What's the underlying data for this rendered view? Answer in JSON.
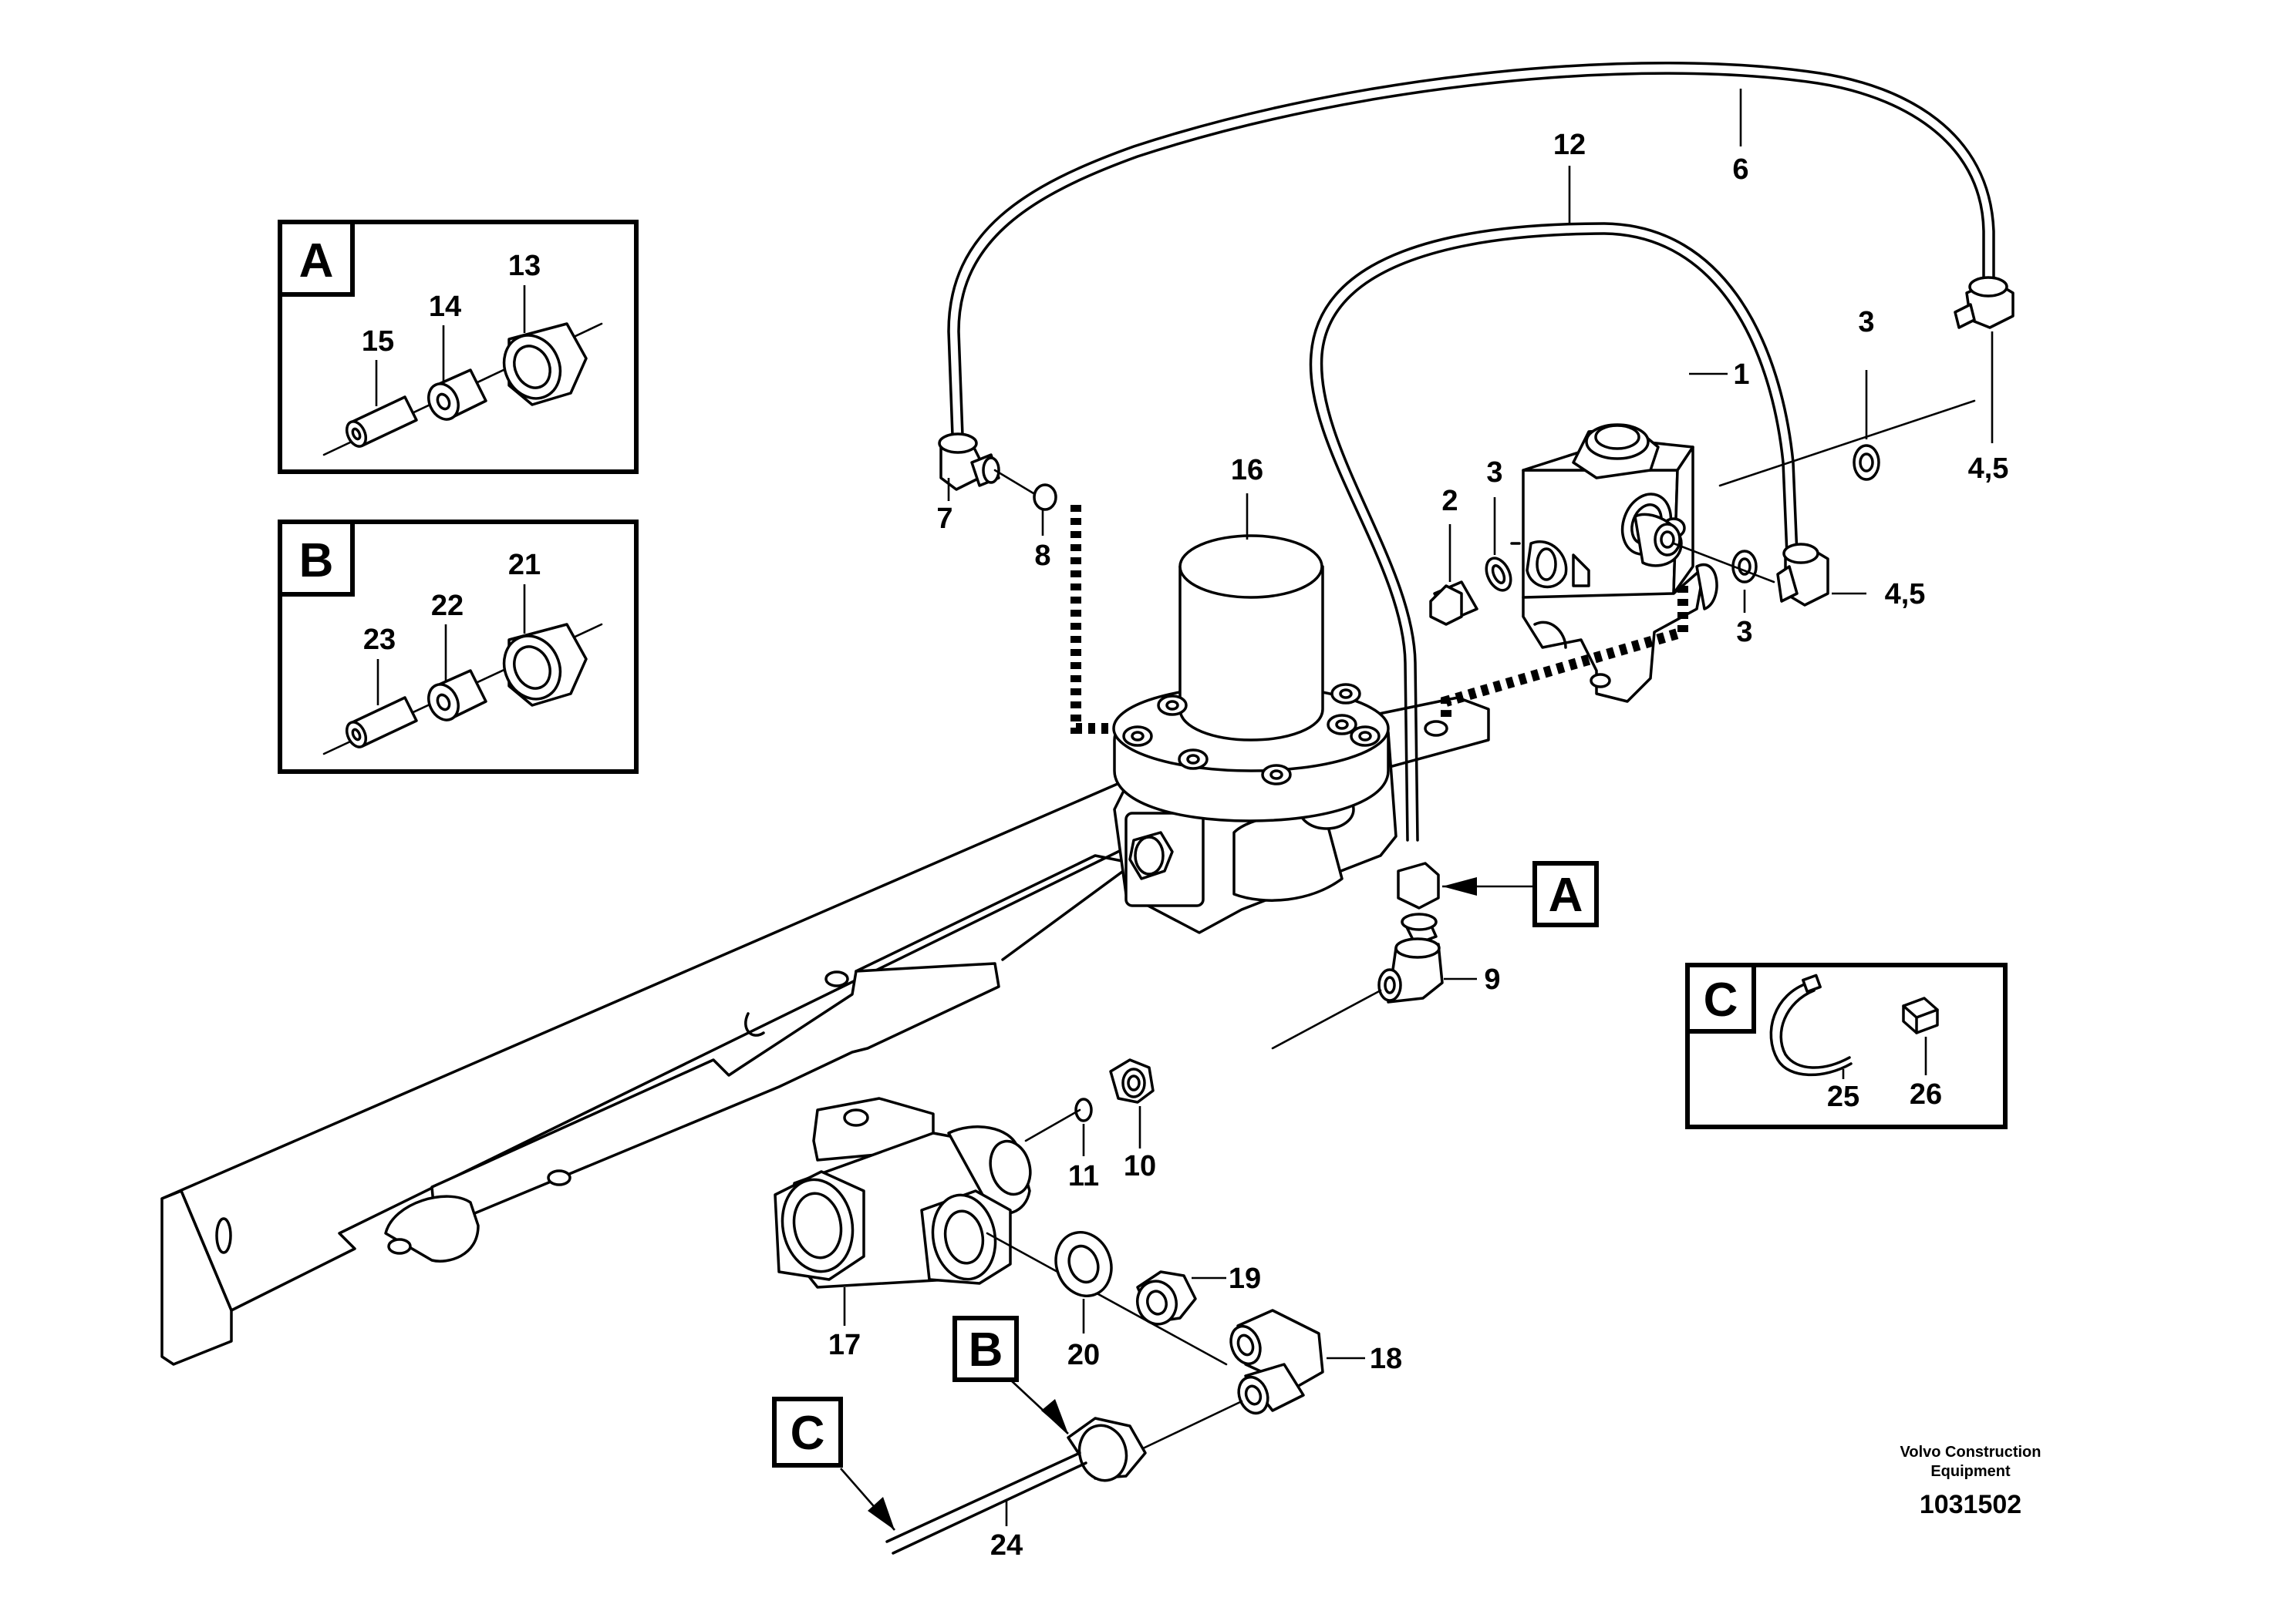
{
  "labels": {
    "p1": "1",
    "p2": "2",
    "p3a": "3",
    "p3b": "3",
    "p3c": "3",
    "p45a": "4,5",
    "p45b": "4,5",
    "p6": "6",
    "p7": "7",
    "p8": "8",
    "p9": "9",
    "p10": "10",
    "p11": "11",
    "p12": "12",
    "p13": "13",
    "p14": "14",
    "p15": "15",
    "p16": "16",
    "p17": "17",
    "p18": "18",
    "p19": "19",
    "p20": "20",
    "p21": "21",
    "p22": "22",
    "p23": "23",
    "p24": "24",
    "p25": "25",
    "p26": "26"
  },
  "detail_boxes": {
    "a_letter": "A",
    "b_letter": "B",
    "c_letter": "C"
  },
  "callouts": {
    "a_letter": "A",
    "b_letter": "B",
    "c_letter": "C"
  },
  "footer": {
    "company_line1": "Volvo Construction",
    "company_line2": "Equipment",
    "drawing_number": "1031502"
  }
}
